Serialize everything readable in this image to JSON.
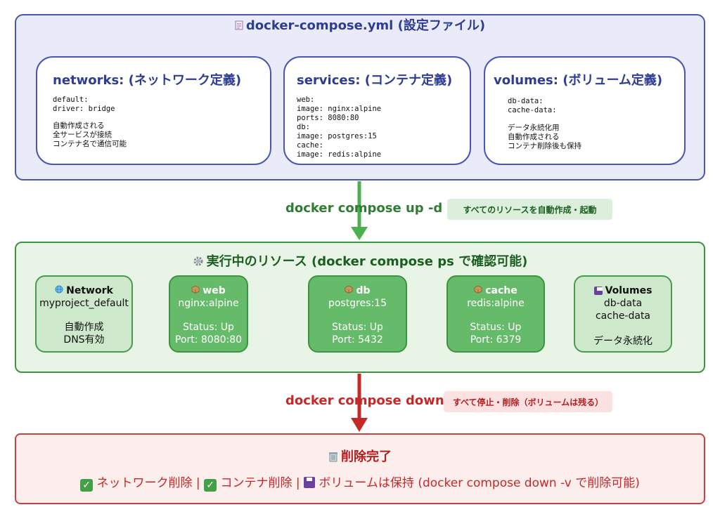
{
  "config": {
    "title": "docker-compose.yml (設定ファイル)",
    "title_icon": "document-icon",
    "networks": {
      "head": "networks: (ネットワーク定義)",
      "body": "default:\ndriver: bridge",
      "note": "自動作成される\n全サービスが接続\nコンテナ名で通信可能"
    },
    "services": {
      "head": "services: (コンテナ定義)",
      "body": "web:\nimage: nginx:alpine\nports: 8080:80\ndb:\nimage: postgres:15\ncache:\nimage: redis:alpine"
    },
    "volumes": {
      "head": "volumes: (ボリューム定義)",
      "body": "db-data:\ncache-data:",
      "note": "データ永続化用\n自動作成される\nコンテナ削除後も保持"
    }
  },
  "up": {
    "command": "docker compose up -d",
    "badge": "すべてのリソースを自動作成・起動"
  },
  "running": {
    "title": "実行中のリソース (docker compose ps で確認可能)",
    "title_icon": "gear-icon",
    "network": {
      "name": "Network",
      "sub": "myproject_default",
      "line1": "自動作成",
      "line2": "DNS有効",
      "icon": "globe-icon"
    },
    "web": {
      "name": "web",
      "image": "nginx:alpine",
      "status": "Status: Up",
      "port": "Port: 8080:80",
      "icon": "package-icon"
    },
    "db": {
      "name": "db",
      "image": "postgres:15",
      "status": "Status: Up",
      "port": "Port: 5432",
      "icon": "package-icon"
    },
    "cache": {
      "name": "cache",
      "image": "redis:alpine",
      "status": "Status: Up",
      "port": "Port: 6379",
      "icon": "package-icon"
    },
    "volumes": {
      "name": "Volumes",
      "l1": "db-data",
      "l2": "cache-data",
      "l3": "データ永続化",
      "icon": "floppy-icon"
    }
  },
  "down": {
    "command": "docker compose down",
    "badge": "すべて停止・削除（ボリュームは残る）"
  },
  "done": {
    "title": "削除完了",
    "title_icon": "trash-icon",
    "item1": "ネットワーク削除 |",
    "item2": "コンテナ削除 |",
    "item3": "ボリュームは保持 (docker compose down -v で削除可能)"
  },
  "colors": {
    "config_border": "#4855b5",
    "running_border": "#3f9143",
    "done_border": "#c84040",
    "container_fill": "#66bb6a"
  }
}
